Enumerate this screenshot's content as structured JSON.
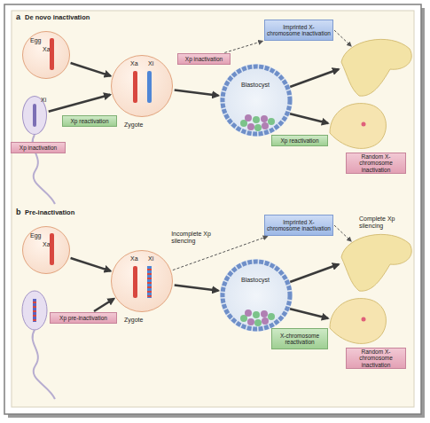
{
  "diagram": {
    "nodes": [
      {
        "text": [
          "Egg",
          "Xa"
        ]
      },
      {
        "text": [
          "Xi"
        ]
      },
      {
        "text": [
          "Xp inactivation"
        ]
      },
      {
        "text": [
          "Xp reactivation"
        ]
      },
      {
        "text": [
          "Xa",
          "Xi",
          "Zygote"
        ]
      },
      {
        "text": [
          "Xp inactivation"
        ]
      },
      {
        "text": [
          "Blastocyst"
        ]
      },
      {
        "text": [
          "Imprinted X-chromosome inactivation"
        ]
      },
      {
        "text": [
          "Xp reactivation"
        ]
      },
      {
        "text": [
          "Random X-chromosome inactivation"
        ]
      },
      {
        "text": [
          "Egg",
          "Xa"
        ]
      },
      {
        "text": [
          "Xp pre-inactivation"
        ]
      },
      {
        "text": [
          "Xa",
          "Xi",
          "Zygote"
        ]
      },
      {
        "text": [
          "Blastocyst"
        ]
      },
      {
        "text": [
          "Imprinted X-chromosome inactivation"
        ]
      },
      {
        "text": [
          "X-chromosome reactivation"
        ]
      },
      {
        "text": [
          "Random X-chromosome inactivation"
        ]
      }
    ],
    "edges": [
      {
        "from": 0,
        "to": 4,
        "arrow": "to"
      },
      {
        "from": 1,
        "to": 4,
        "arrow": "to"
      },
      {
        "from": 4,
        "to": 6,
        "arrow": "to"
      },
      {
        "from": 5,
        "to": 7,
        "arrow": "to"
      },
      {
        "from": 10,
        "to": 12,
        "arrow": "to"
      },
      {
        "from": 11,
        "to": 12,
        "arrow": "to"
      },
      {
        "from": 12,
        "to": 13,
        "arrow": "to"
      },
      {
        "from": 12,
        "to": 14,
        "label": "Incomplete Xp silencing",
        "arrow": "to"
      }
    ],
    "labels": [
      "a",
      "De novo inactivation",
      "b",
      "Pre-inactivation",
      "Complete Xp silencing"
    ]
  }
}
